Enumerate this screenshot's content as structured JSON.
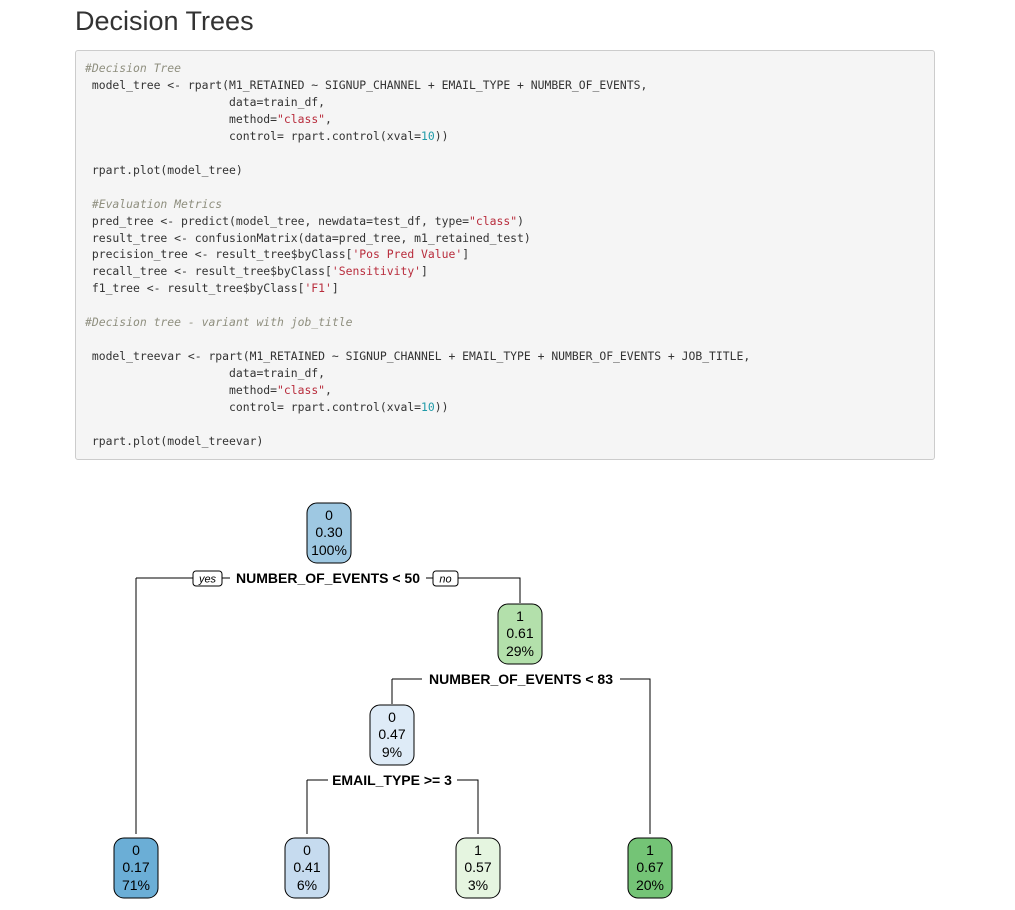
{
  "page": {
    "title": "Decision Trees"
  },
  "code": {
    "lines": [
      [
        {
          "t": "#Decision Tree",
          "c": "cm"
        }
      ],
      [
        {
          "t": " model_tree <- rpart(M1_RETAINED ~ SIGNUP_CHANNEL + EMAIL_TYPE + NUMBER_OF_EVENTS,",
          "c": ""
        }
      ],
      [
        {
          "t": "                     data=train_df,",
          "c": ""
        }
      ],
      [
        {
          "t": "                     method=",
          "c": ""
        },
        {
          "t": "\"class\"",
          "c": "st"
        },
        {
          "t": ",",
          "c": ""
        }
      ],
      [
        {
          "t": "                     control= rpart.control(xval=",
          "c": ""
        },
        {
          "t": "10",
          "c": "nu"
        },
        {
          "t": "))",
          "c": ""
        }
      ],
      [
        {
          "t": "",
          "c": ""
        }
      ],
      [
        {
          "t": " rpart.plot(model_tree)",
          "c": ""
        }
      ],
      [
        {
          "t": "",
          "c": ""
        }
      ],
      [
        {
          "t": " ",
          "c": ""
        },
        {
          "t": "#Evaluation Metrics",
          "c": "cm"
        }
      ],
      [
        {
          "t": " pred_tree <- predict(model_tree, newdata=test_df, type=",
          "c": ""
        },
        {
          "t": "\"class\"",
          "c": "st"
        },
        {
          "t": ")",
          "c": ""
        }
      ],
      [
        {
          "t": " result_tree <- confusionMatrix(data=pred_tree, m1_retained_test)",
          "c": ""
        }
      ],
      [
        {
          "t": " precision_tree <- result_tree$byClass[",
          "c": ""
        },
        {
          "t": "'Pos Pred Value'",
          "c": "st"
        },
        {
          "t": "]",
          "c": ""
        }
      ],
      [
        {
          "t": " recall_tree <- result_tree$byClass[",
          "c": ""
        },
        {
          "t": "'Sensitivity'",
          "c": "st"
        },
        {
          "t": "]",
          "c": ""
        }
      ],
      [
        {
          "t": " f1_tree <- result_tree$byClass[",
          "c": ""
        },
        {
          "t": "'F1'",
          "c": "st"
        },
        {
          "t": "]",
          "c": ""
        }
      ],
      [
        {
          "t": "",
          "c": ""
        }
      ],
      [
        {
          "t": "#Decision tree - variant with job_title",
          "c": "cm"
        }
      ],
      [
        {
          "t": "",
          "c": ""
        }
      ],
      [
        {
          "t": " model_treevar <- rpart(M1_RETAINED ~ SIGNUP_CHANNEL + EMAIL_TYPE + NUMBER_OF_EVENTS + JOB_TITLE,",
          "c": ""
        }
      ],
      [
        {
          "t": "                     data=train_df,",
          "c": ""
        }
      ],
      [
        {
          "t": "                     method=",
          "c": ""
        },
        {
          "t": "\"class\"",
          "c": "st"
        },
        {
          "t": ",",
          "c": ""
        }
      ],
      [
        {
          "t": "                     control= rpart.control(xval=",
          "c": ""
        },
        {
          "t": "10",
          "c": "nu"
        },
        {
          "t": "))",
          "c": ""
        }
      ],
      [
        {
          "t": "",
          "c": ""
        }
      ],
      [
        {
          "t": " rpart.plot(model_treevar)",
          "c": ""
        }
      ]
    ]
  },
  "tree": {
    "nodes": [
      {
        "id": "root",
        "cls": "0",
        "prob": "0.30",
        "pct": "100%",
        "color": "#9ec8e2"
      },
      {
        "id": "n-right",
        "cls": "1",
        "prob": "0.61",
        "pct": "29%",
        "color": "#b3e0ab"
      },
      {
        "id": "n-mid",
        "cls": "0",
        "prob": "0.47",
        "pct": "9%",
        "color": "#deebf7"
      },
      {
        "id": "leaf-1",
        "cls": "0",
        "prob": "0.17",
        "pct": "71%",
        "color": "#6baed6"
      },
      {
        "id": "leaf-2",
        "cls": "0",
        "prob": "0.41",
        "pct": "6%",
        "color": "#c6dbef"
      },
      {
        "id": "leaf-3",
        "cls": "1",
        "prob": "0.57",
        "pct": "3%",
        "color": "#e5f5e0"
      },
      {
        "id": "leaf-4",
        "cls": "1",
        "prob": "0.67",
        "pct": "20%",
        "color": "#74c476"
      }
    ],
    "splits": [
      {
        "id": "split-root",
        "label": "NUMBER_OF_EVENTS < 50",
        "yes": "yes",
        "no": "no"
      },
      {
        "id": "split-right",
        "label": "NUMBER_OF_EVENTS < 83"
      },
      {
        "id": "split-mid",
        "label": "EMAIL_TYPE >= 3"
      }
    ]
  }
}
